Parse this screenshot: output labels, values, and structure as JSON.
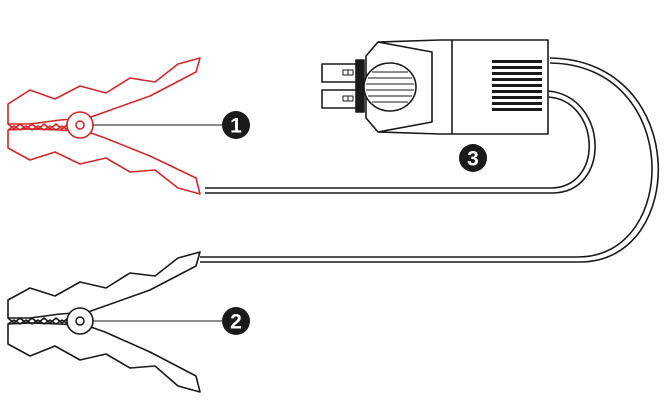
{
  "diagram": {
    "callouts": [
      {
        "label": "1",
        "part": "red-clamp"
      },
      {
        "label": "2",
        "part": "black-clamp"
      },
      {
        "label": "3",
        "part": "smart-connector"
      }
    ]
  },
  "colors": {
    "red_clamp": "#d0282a",
    "black_clamp": "#1a1a1a",
    "cable": "#1a1a1a",
    "callout_fill": "#1a1a1a",
    "callout_text": "#ffffff"
  },
  "icons": [
    "red-clamp-icon",
    "black-clamp-icon",
    "smart-connector-icon",
    "ec5-plug-icon"
  ]
}
